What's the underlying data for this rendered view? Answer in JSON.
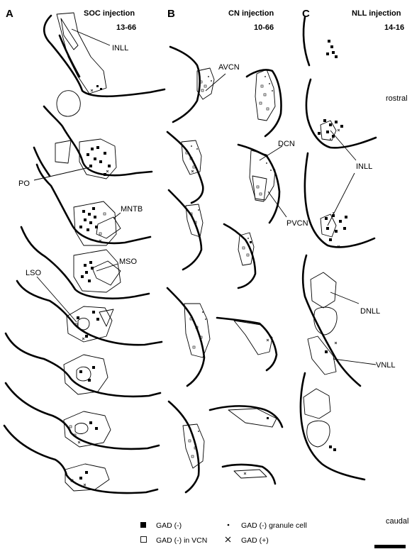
{
  "panels": [
    {
      "letter": "A",
      "title": "SOC injection",
      "case": "13-66"
    },
    {
      "letter": "B",
      "title": "CN injection",
      "case": "10-66"
    },
    {
      "letter": "C",
      "title": "NLL injection",
      "case": "14-16"
    }
  ],
  "labels": {
    "inll_a": "INLL",
    "po": "PO",
    "mntb": "MNTB",
    "mso": "MSO",
    "lso": "LSO",
    "avcn": "AVCN",
    "dcn": "DCN",
    "pvcn": "PVCN",
    "inll_c": "INLL",
    "dnll": "DNLL",
    "vnll": "VNLL",
    "rostral": "rostral",
    "caudal": "caudal"
  },
  "legend": {
    "gad_neg": "GAD (-)",
    "gad_neg_vcn": "GAD (-) in VCN",
    "gad_neg_granule": "GAD (-) granule cell",
    "gad_pos": "GAD (+)"
  },
  "colors": {
    "ink": "#000000",
    "background": "#ffffff"
  }
}
